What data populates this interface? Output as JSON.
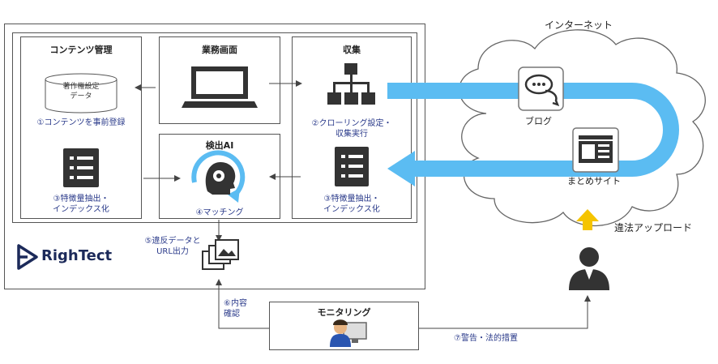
{
  "system": {
    "brand": "RighTect",
    "boxes": {
      "contents": "コンテンツ管理",
      "business": "業務画面",
      "collect": "収集",
      "detect": "検出AI"
    },
    "db_label": [
      "著作権設定",
      "データ"
    ],
    "steps": {
      "s1": "①コンテンツを事前登録",
      "s2": [
        "②クローリング設定・",
        "収集実行"
      ],
      "s3_left": [
        "③特徴量抽出・",
        "インデックス化"
      ],
      "s3_right": [
        "③特徴量抽出・",
        "インデックス化"
      ],
      "s4": "④マッチング",
      "s5": [
        "⑤違反データと",
        "URL出力"
      ],
      "s6": [
        "⑥内容",
        "確認"
      ],
      "s7": "⑦警告・法的措置"
    }
  },
  "internet": {
    "title": "インターネット",
    "blog": "ブログ",
    "matome": "まとめサイト",
    "upload": "違法アップロード"
  },
  "monitoring": {
    "title": "モニタリング"
  },
  "colors": {
    "flow": "#5bbcf2",
    "upload_arrow": "#f5c400",
    "icon": "#333333",
    "brand": "#1c2a5a",
    "step_text": "#2a3a8a"
  },
  "icons": [
    "laptop-icon",
    "database-icon",
    "hierarchy-icon",
    "list-icon",
    "ai-head-icon",
    "chat-icon",
    "website-icon",
    "image-stack-icon",
    "user-icon",
    "operator-icon",
    "righttect-logo-icon"
  ]
}
